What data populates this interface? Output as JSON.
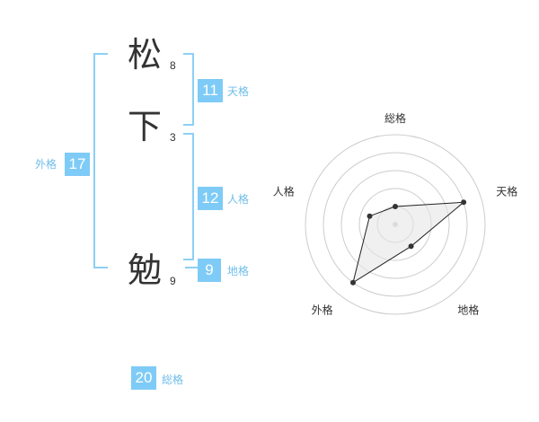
{
  "name": {
    "chars": [
      {
        "char": "松",
        "strokes": "8"
      },
      {
        "char": "下",
        "strokes": "3"
      },
      {
        "char": "勉",
        "strokes": "9"
      }
    ]
  },
  "grids": {
    "tenkaku": {
      "label": "天格",
      "value": "11"
    },
    "jinkaku": {
      "label": "人格",
      "value": "12"
    },
    "chikaku": {
      "label": "地格",
      "value": "9"
    },
    "gaikaku": {
      "label": "外格",
      "value": "17"
    },
    "soukaku": {
      "label": "総格",
      "value": "20"
    }
  },
  "colors": {
    "accent": "#7ecbf7",
    "bracket": "#8ecff4",
    "text": "#333333"
  },
  "chart_data": {
    "type": "radar",
    "axes": [
      "総格",
      "天格",
      "地格",
      "外格",
      "人格"
    ],
    "values": [
      1,
      4,
      1.5,
      4,
      1.5
    ],
    "max": 5,
    "rings": 5
  }
}
